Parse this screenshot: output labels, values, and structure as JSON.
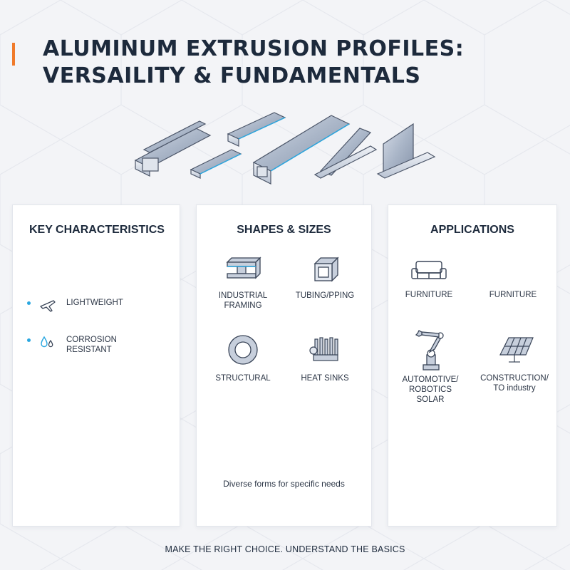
{
  "header": {
    "title_line1": "ALUMINUM EXTRUSION PROFILES:",
    "title_line2": "VERSAILITY & FUNDAMENTALS"
  },
  "colors": {
    "accent_bar": "#f07a2a",
    "highlight": "#2aa7e0",
    "text": "#1d2a3c"
  },
  "hero": {
    "icon": "extrusion-profiles-illustration"
  },
  "key_characteristics": {
    "heading": "KEY CHARACTERISTICS",
    "items": [
      {
        "icon": "airplane-icon",
        "label": "LIGHTWEIGHT"
      },
      {
        "icon": "water-drops-icon",
        "label": "CORROSION RESISTANT"
      }
    ]
  },
  "shapes_sizes": {
    "heading": "SHAPES & SIZES",
    "items": [
      {
        "icon": "i-beam-icon",
        "label": "INDUSTRIAL FRAMING"
      },
      {
        "icon": "square-tube-icon",
        "label": "TUBING/PPING"
      },
      {
        "icon": "ring-icon",
        "label": "STRUCTURAL"
      },
      {
        "icon": "heat-sink-icon",
        "label": "HEAT SINKS"
      }
    ],
    "note": "Diverse forms for specific needs"
  },
  "applications": {
    "heading": "APPLICATIONS",
    "items": [
      {
        "icon": "sofa-icon",
        "label": "FURNITURE"
      },
      {
        "icon": "furniture-icon",
        "label": "FURNITURE"
      },
      {
        "icon": "robot-arm-icon",
        "label": "AUTOMOTIVE/ ROBOTICS SOLAR"
      },
      {
        "icon": "solar-panel-icon",
        "label": "CONSTRUCTION/ TO industry"
      }
    ]
  },
  "footer": {
    "text": "MAKE THE RIGHT CHOICE. UNDERSTAND THE BASICS"
  }
}
